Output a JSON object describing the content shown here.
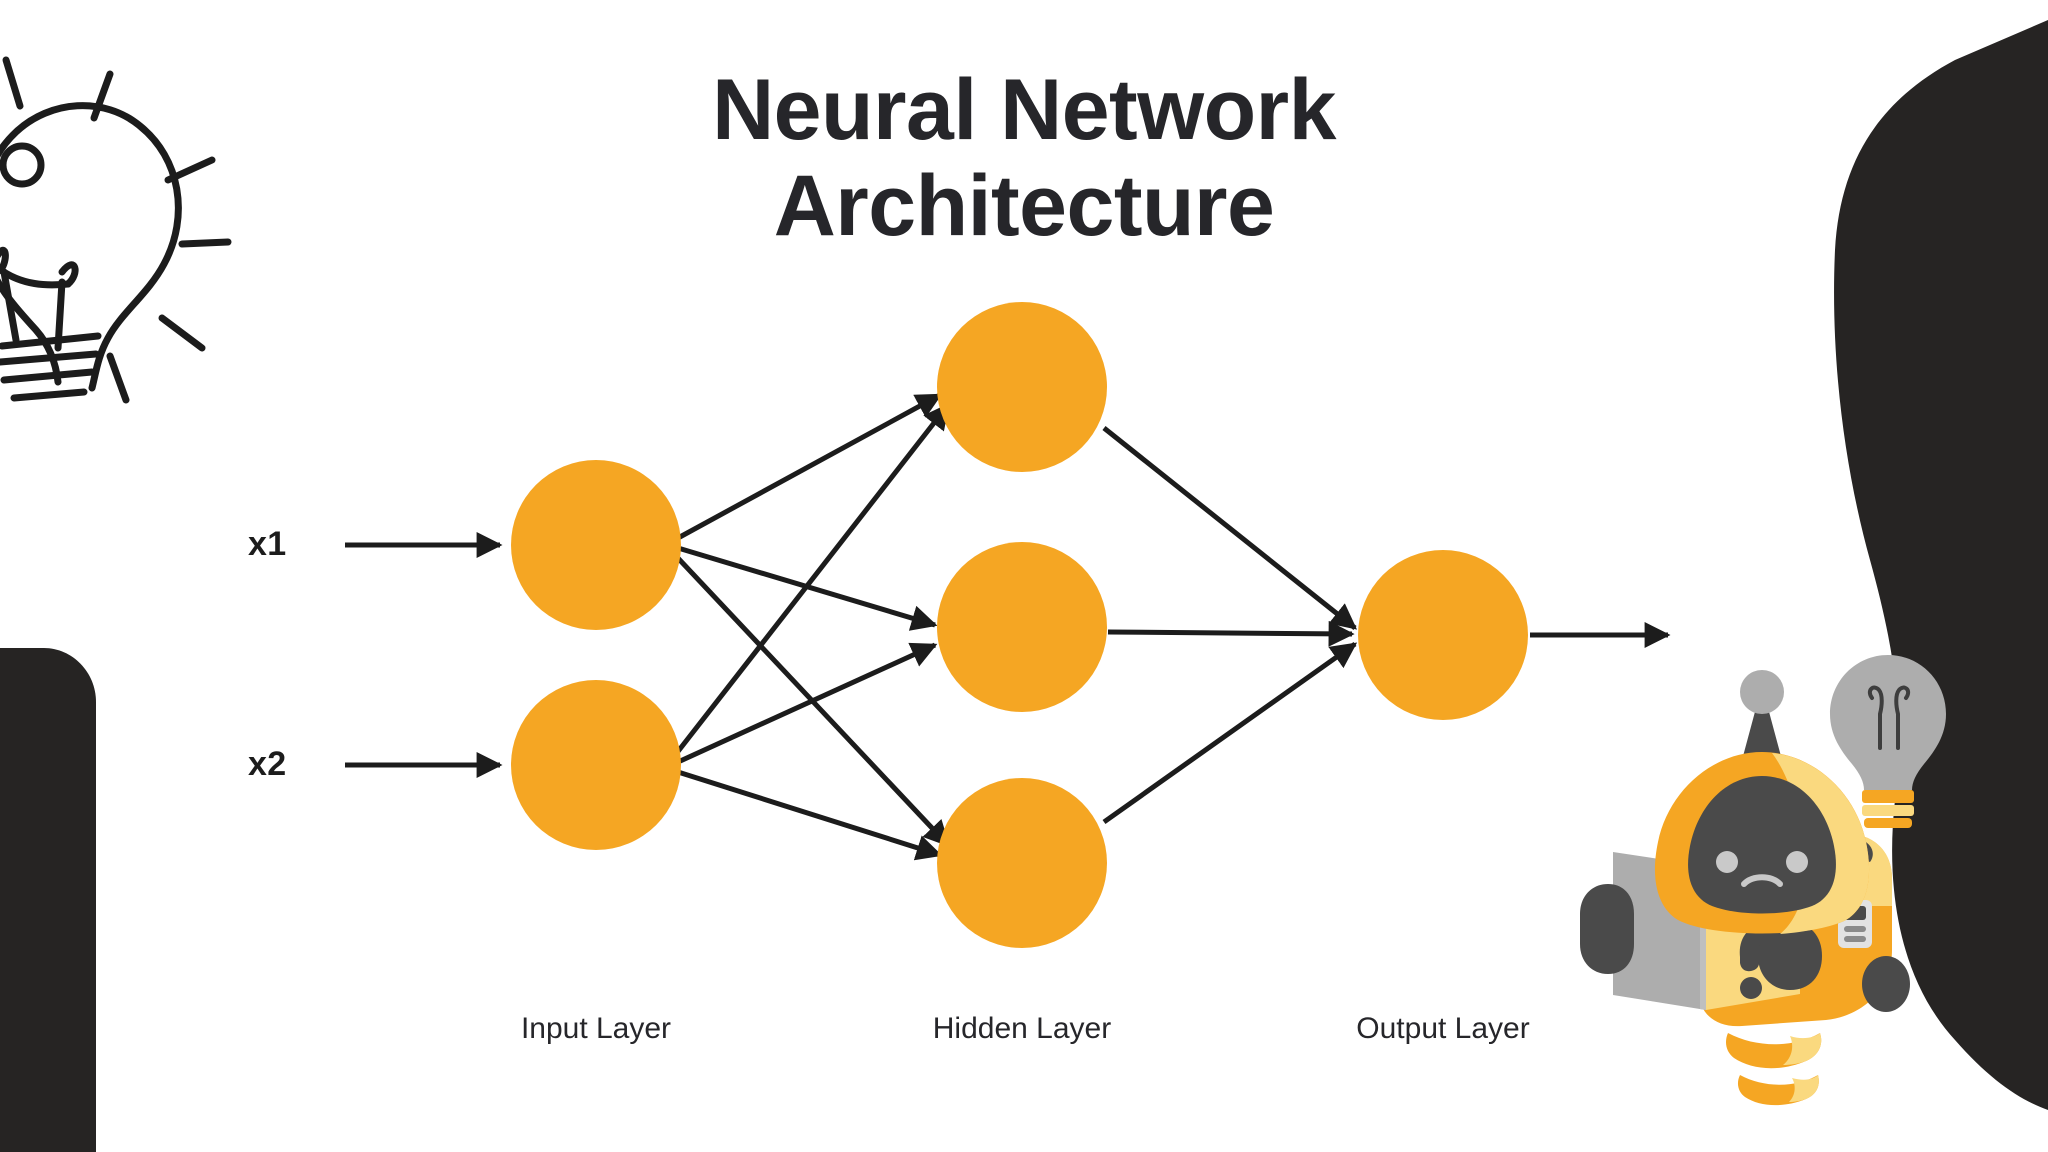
{
  "title": {
    "line1": "Neural Network",
    "line2": "Architecture"
  },
  "inputs": [
    {
      "label": "x1"
    },
    {
      "label": "x2"
    }
  ],
  "captions": {
    "input": "Input Layer",
    "hidden": "Hidden Layer",
    "output": "Output Layer"
  },
  "colors": {
    "node": "#F5A623",
    "node_light": "#FAD97F",
    "edge": "#1C1C1C",
    "text": "#26262A",
    "dark_shape": "#262423",
    "robot_face": "#4A4A4A",
    "robot_gray": "#ADADAD",
    "background": "#FFFFFF"
  },
  "chart_data": {
    "type": "diagram",
    "title": "Neural Network Architecture",
    "layers": [
      {
        "name": "Input Layer",
        "node_count": 2,
        "node_labels": [
          "x1",
          "x2"
        ]
      },
      {
        "name": "Hidden Layer",
        "node_count": 3,
        "node_labels": [
          "",
          "",
          ""
        ]
      },
      {
        "name": "Output Layer",
        "node_count": 1,
        "node_labels": [
          ""
        ]
      }
    ],
    "connections": "fully-connected",
    "edge_counts": {
      "input_to_hidden": 6,
      "hidden_to_output": 3
    },
    "external_arrows": {
      "into_input": 2,
      "out_of_output": 1
    },
    "node_radius_px": 85,
    "node_color": "#F5A623"
  },
  "decor": {
    "lightbulb_doodle": "lightbulb-outline-with-rays",
    "blob_left": "dark-rounded-shape-bottom-left",
    "blob_right": "dark-organic-shape-right",
    "mascot": "orange-robot-reading-book-with-question-mark",
    "mascot_bulb": "gray-lightbulb"
  }
}
